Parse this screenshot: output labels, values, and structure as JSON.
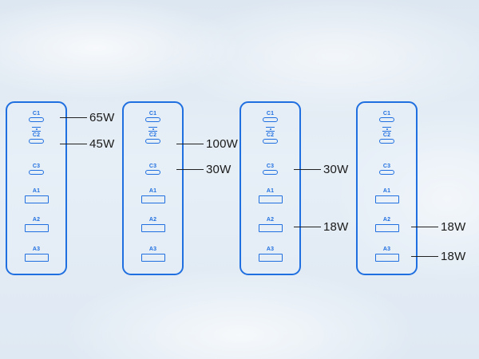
{
  "ports": {
    "c1": "C1",
    "c2": "C2",
    "c3": "C3",
    "a1": "A1",
    "a2": "A2",
    "a3": "A3"
  },
  "icons": {
    "usb_c": "usb-c-port-icon",
    "usb_a": "usb-a-port-icon",
    "pd": "power-delivery-icon"
  },
  "colors": {
    "accent": "#1f6fe0",
    "text": "#1a1a1a"
  },
  "configs": [
    {
      "callouts": [
        {
          "port": "C1",
          "label": "65W"
        },
        {
          "port": "C2",
          "label": "45W"
        }
      ]
    },
    {
      "callouts": [
        {
          "port": "C2",
          "label": "100W"
        },
        {
          "port": "C3",
          "label": "30W"
        }
      ]
    },
    {
      "callouts": [
        {
          "port": "C3",
          "label": "30W"
        },
        {
          "port": "A2",
          "label": "18W"
        }
      ]
    },
    {
      "callouts": [
        {
          "port": "A2",
          "label": "18W"
        },
        {
          "port": "A3",
          "label": "18W"
        }
      ]
    }
  ]
}
